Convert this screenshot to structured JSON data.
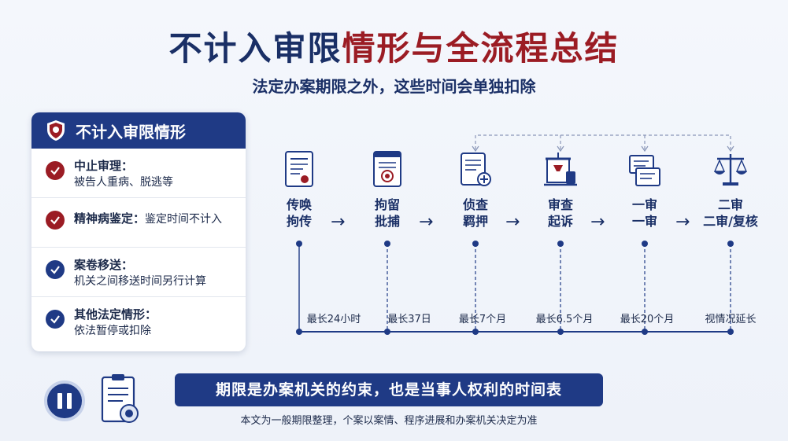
{
  "header": {
    "title_part1": "不计入审限",
    "title_part2": "情形与全流程总结",
    "subtitle": "法定办案期限之外，这些时间会单独扣除"
  },
  "card": {
    "title": "不计入审限情形",
    "items": [
      {
        "key": "中止审理：",
        "desc": "被告人重病、脱逃等",
        "color": "red"
      },
      {
        "key": "精神病鉴定：",
        "desc": "鉴定时间不计入",
        "color": "red"
      },
      {
        "key": "案卷移送：",
        "desc": "机关之间移送时间另行计算",
        "color": "blue"
      },
      {
        "key": "其他法定情形：",
        "desc": "依法暂停或扣除",
        "color": "blue"
      }
    ]
  },
  "timeline": {
    "stages": [
      {
        "line1": "传唤",
        "line2": "拘传",
        "icon": "document-icon",
        "duration": "最长24小时"
      },
      {
        "line1": "拘留",
        "line2": "批捕",
        "icon": "document-seal-icon",
        "duration": "最长37日"
      },
      {
        "line1": "侦查",
        "line2": "羁押",
        "icon": "document-plus-icon",
        "duration": "最长7个月"
      },
      {
        "line1": "审查",
        "line2": "起诉",
        "icon": "desk-lamp-icon",
        "duration": "最长6.5个月"
      },
      {
        "line1": "一审",
        "line2": "一审",
        "icon": "documents-icon",
        "duration": "最长20个月"
      },
      {
        "line1": "二审",
        "line2": "二审/复核",
        "icon": "scales-icon",
        "duration": "视情况延长"
      }
    ],
    "arrow": "→"
  },
  "footer": {
    "banner": "期限是办案机关的约束，也是当事人权利的时间表",
    "note": "本文为一般期限整理，个案以案情、程序进展和办案机关决定为准"
  },
  "colors": {
    "navy": "#1f3a85",
    "crimson": "#9b1c24"
  }
}
